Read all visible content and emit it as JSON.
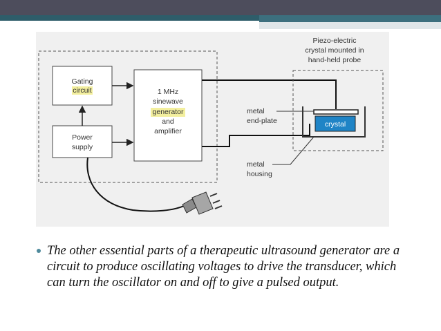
{
  "diagram": {
    "gating_label_1": "Gating",
    "gating_label_2": "circuit",
    "generator_lines": [
      "1 MHz",
      "sinewave",
      "generator",
      "and",
      "amplifier"
    ],
    "power_label_1": "Power",
    "power_label_2": "supply",
    "probe_caption_lines": [
      "Piezo-electric",
      "crystal mounted in",
      "hand-held probe"
    ],
    "metal_endplate_label_1": "metal",
    "metal_endplate_label_2": "end-plate",
    "metal_housing_label_1": "metal",
    "metal_housing_label_2": "housing",
    "crystal_label": "crystal",
    "highlight_color": "#f3ef9e",
    "crystal_color": "#1f84c6"
  },
  "bullet": {
    "text": "The other essential parts of a therapeutic ultrasound generator are a circuit to produce oscillating voltages to drive the transducer, which can turn the oscillator on and off to give a pulsed output."
  },
  "theme": {
    "bullet_color": "#4e8a9c",
    "header_dark": "#4d4d5c",
    "header_teal": "#2e5d6a"
  }
}
